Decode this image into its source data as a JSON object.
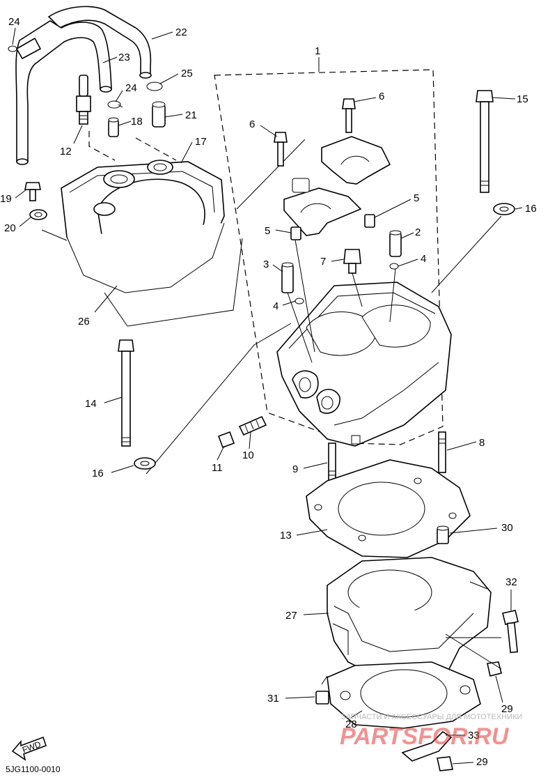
{
  "callouts": {
    "c1": "1",
    "c2": "2",
    "c3": "3",
    "c4a": "4",
    "c4b": "4",
    "c5a": "5",
    "c5b": "5",
    "c6a": "6",
    "c6b": "6",
    "c7": "7",
    "c8": "8",
    "c9": "9",
    "c10": "10",
    "c11": "11",
    "c12": "12",
    "c13": "13",
    "c14": "14",
    "c15": "15",
    "c16a": "16",
    "c16b": "16",
    "c17": "17",
    "c18": "18",
    "c19": "19",
    "c20": "20",
    "c21": "21",
    "c22": "22",
    "c23": "23",
    "c24a": "24",
    "c24b": "24",
    "c25": "25",
    "c26": "26",
    "c27": "27",
    "c28": "28",
    "c29a": "29",
    "c29b": "29",
    "c30": "30",
    "c31": "31",
    "c32": "32",
    "c33": "33"
  },
  "fwd_label": "FWD",
  "diagram_code": "5JG1100-0010",
  "watermark": {
    "top": "ЗАПЧАСТИ И АКСЕССУАРЫ ДЛЯ МОТОТЕХНИКИ",
    "brand": "PARTSFOR.RU"
  }
}
